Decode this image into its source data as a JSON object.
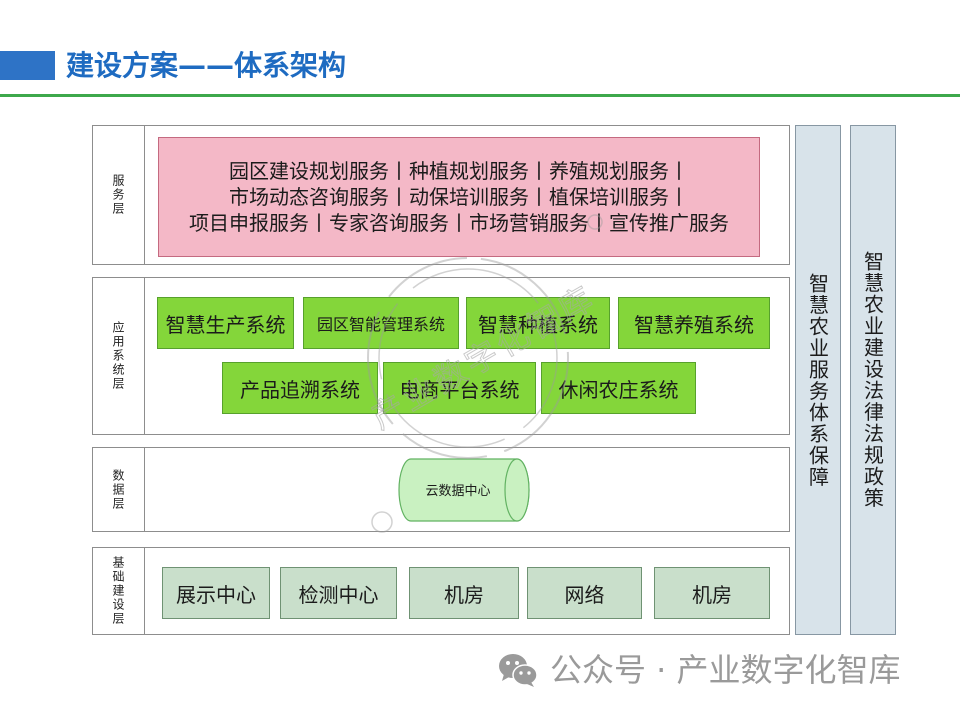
{
  "header": {
    "title": "建设方案——体系架构"
  },
  "colors": {
    "accent": "#2e73c6",
    "title": "#1e6bc1",
    "rule": "#3da84b",
    "service_fill": "#f4b8c7",
    "app_fill": "#84d63a",
    "data_fill": "#c9f1c1",
    "infra_fill": "#c9dfcb",
    "side_fill": "#d8e3ea"
  },
  "layers": {
    "service": {
      "label": "服务层",
      "lines": [
        "园区建设规划服务丨种植规划服务丨养殖规划服务丨",
        "市场动态咨询服务丨动保培训服务丨植保培训服务丨",
        "项目申报服务丨专家咨询服务丨市场营销服务丨宣传推广服务"
      ]
    },
    "application": {
      "label": "应用系统层",
      "systems": [
        "智慧生产系统",
        "园区智能管理系统",
        "智慧种植系统",
        "智慧养殖系统",
        "产品追溯系统",
        "电商平台系统",
        "休闲农庄系统"
      ]
    },
    "data": {
      "label": "数据层",
      "store": "云数据中心"
    },
    "infrastructure": {
      "label": "基础建设层",
      "facilities": [
        "展示中心",
        "检测中心",
        "机房",
        "网络",
        "机房"
      ]
    }
  },
  "side_columns": [
    "智慧农业服务体系保障",
    "智慧农业建设法律法规政策"
  ],
  "footer": {
    "icon": "wechat-icon",
    "text": "公众号 · 产业数字化智库"
  },
  "watermark": {
    "text": "产业数字化智库"
  }
}
